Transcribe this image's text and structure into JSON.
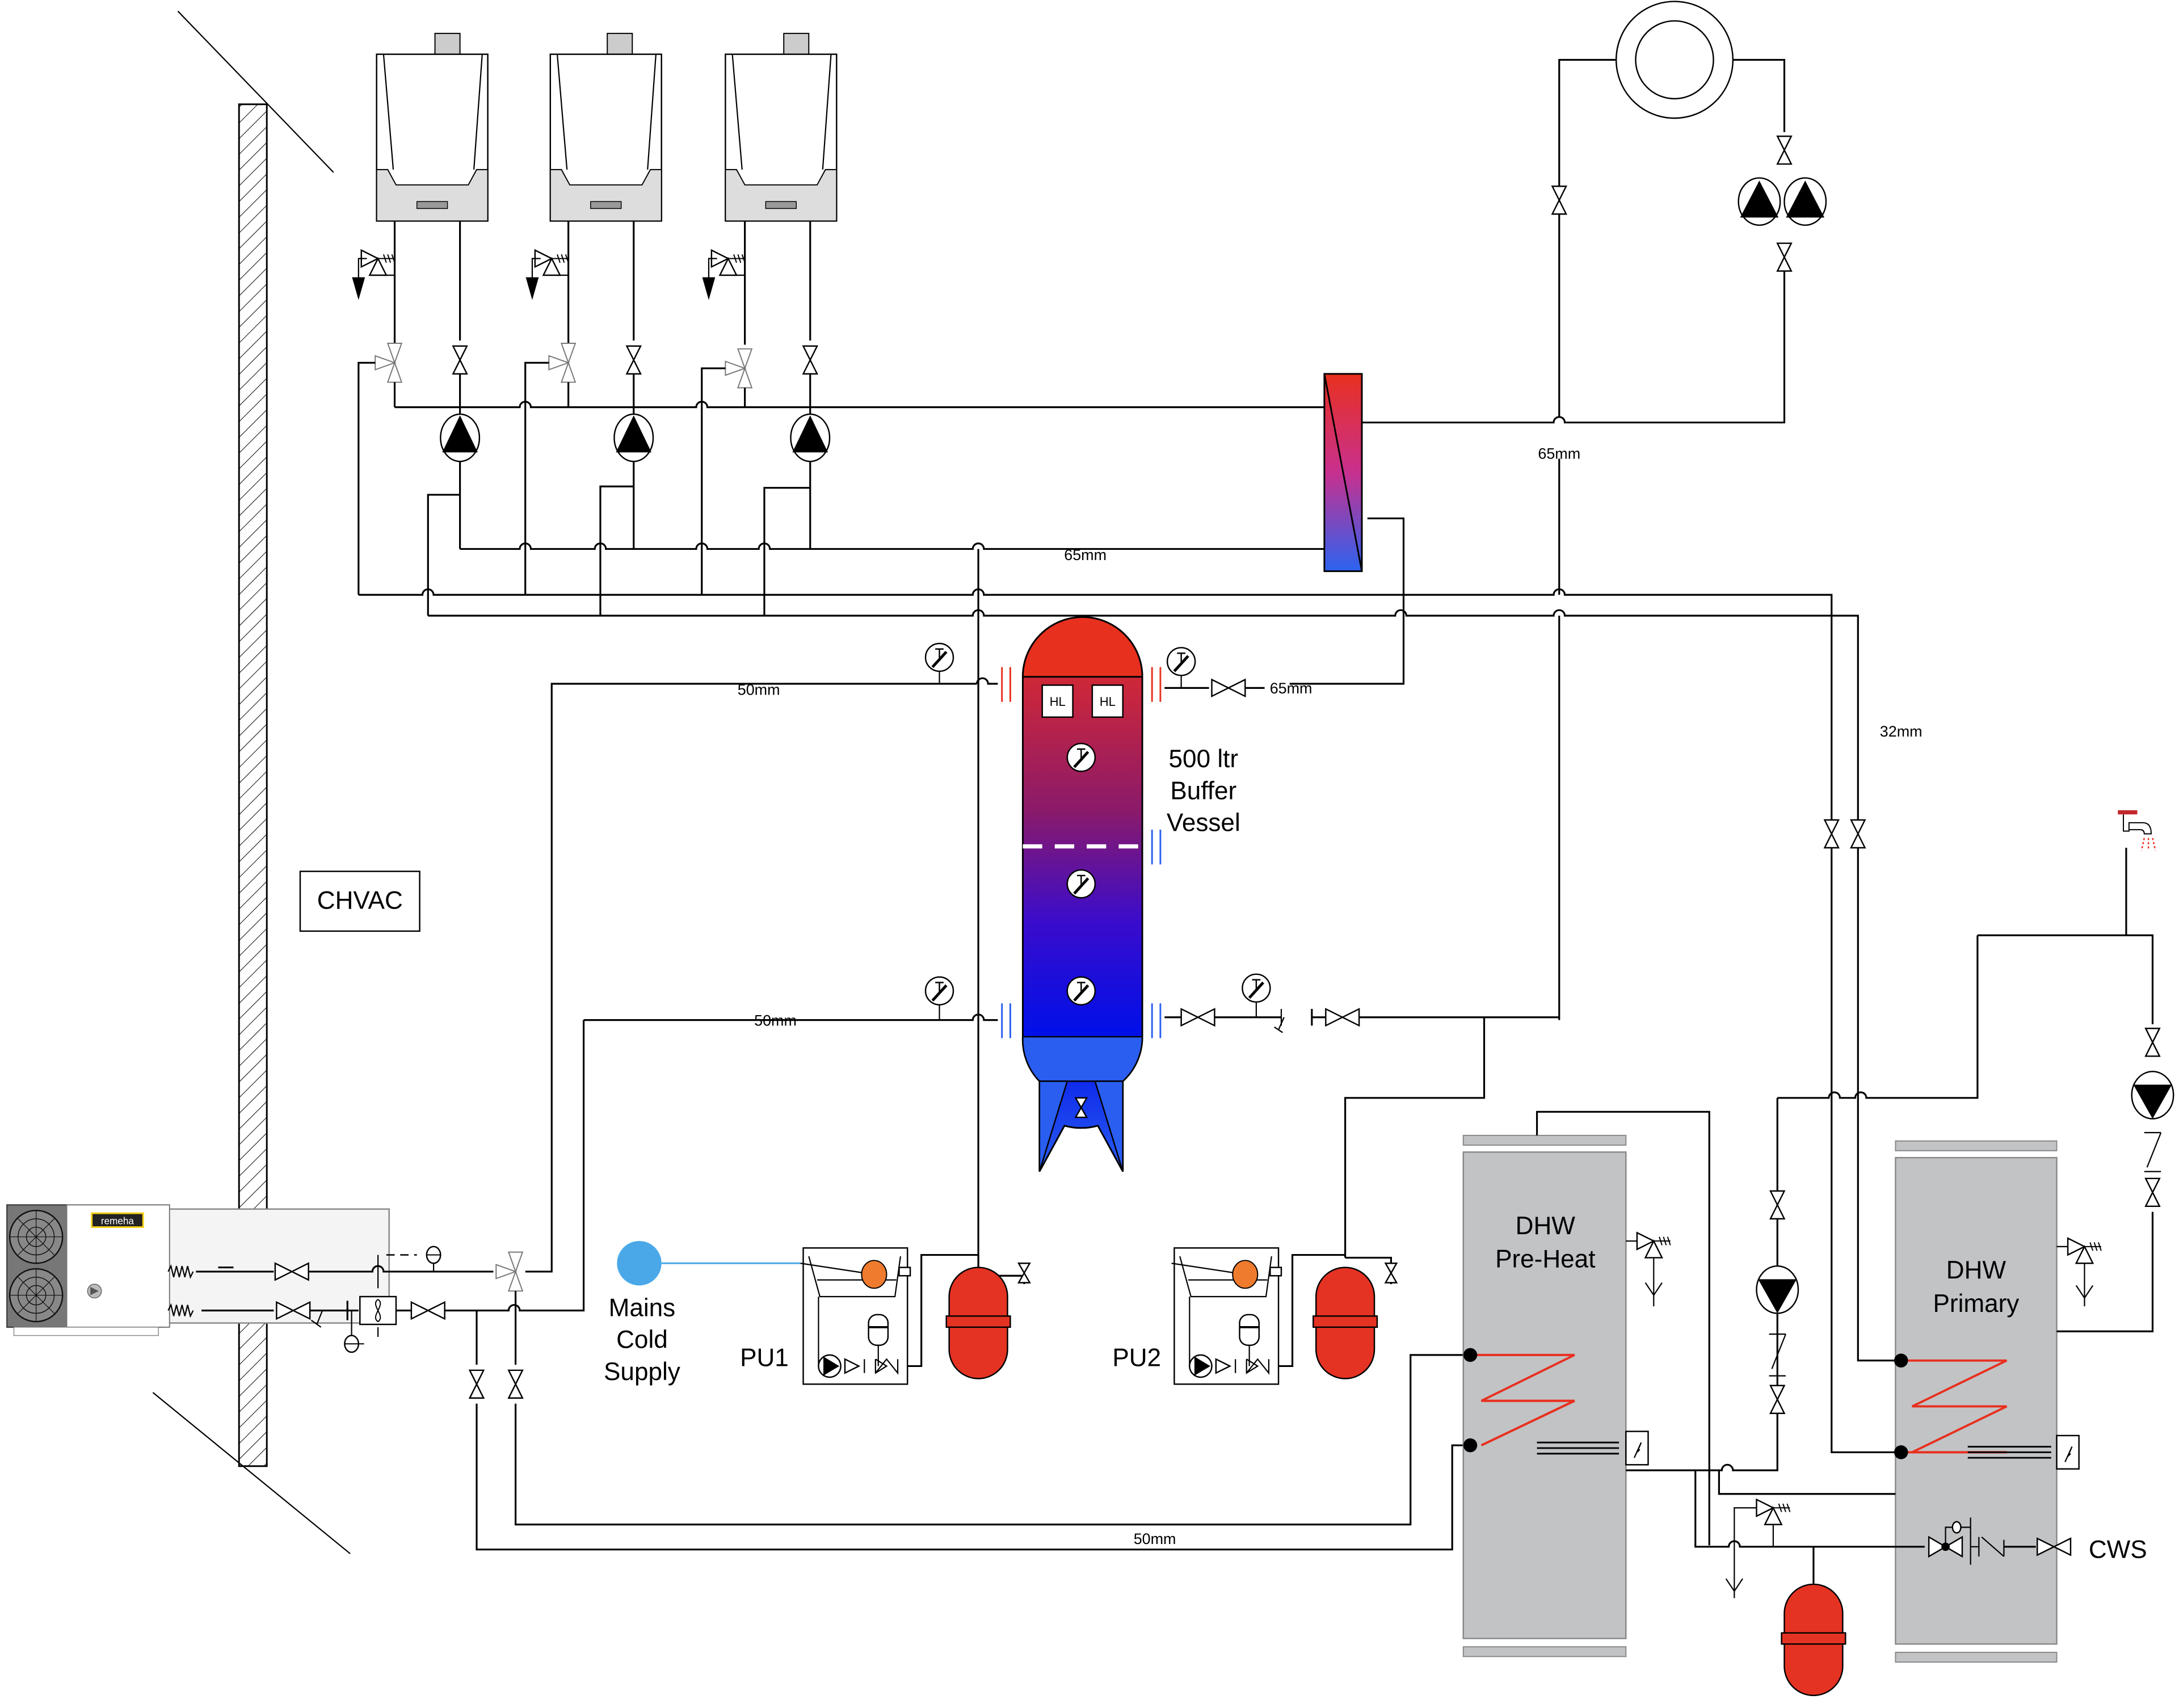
{
  "diagram": {
    "title": "Hybrid heat pump / boiler plant schematic with buffer vessel and DHW cylinders",
    "colors": {
      "hot": "#e8301f",
      "cold": "#0010e8",
      "mid": "#8a1a6a",
      "cylinder_grey": "#c2c3c5",
      "expansion_vessel": "#e53323",
      "mains_water": "#4aa8e8",
      "float_orange": "#ef7b2e",
      "remeha_yellow": "#f7d117"
    },
    "labels": {
      "plant_room": "CHVAC",
      "buffer_vessel_line1": "500 ltr",
      "buffer_vessel_line2": "Buffer",
      "buffer_vessel_line3": "Vessel",
      "high_limit_1": "HL",
      "high_limit_2": "HL",
      "mains_line1": "Mains",
      "mains_line2": "Cold",
      "mains_line3": "Supply",
      "pressurisation_unit_1": "PU1",
      "pressurisation_unit_2": "PU2",
      "dhw_preheat_line1": "DHW",
      "dhw_preheat_line2": "Pre-Heat",
      "dhw_primary_line1": "DHW",
      "dhw_primary_line2": "Primary",
      "cold_water_supply": "CWS",
      "heat_pump_brand": "remeha"
    },
    "pipe_sizes": {
      "boiler_header": "65mm",
      "ahu_circuit": "65mm",
      "buffer_flow_from_hp": "50mm",
      "buffer_return_to_hp": "50mm",
      "buffer_to_plate_hx": "65mm",
      "dhw_primary": "32mm",
      "dhw_preheat_return": "50mm"
    },
    "equipment": {
      "boilers": [
        "Boiler 1",
        "Boiler 2",
        "Boiler 3"
      ],
      "boiler_pumps": 3,
      "temperature_gauges": 7,
      "expansion_vessels": 3
    }
  }
}
